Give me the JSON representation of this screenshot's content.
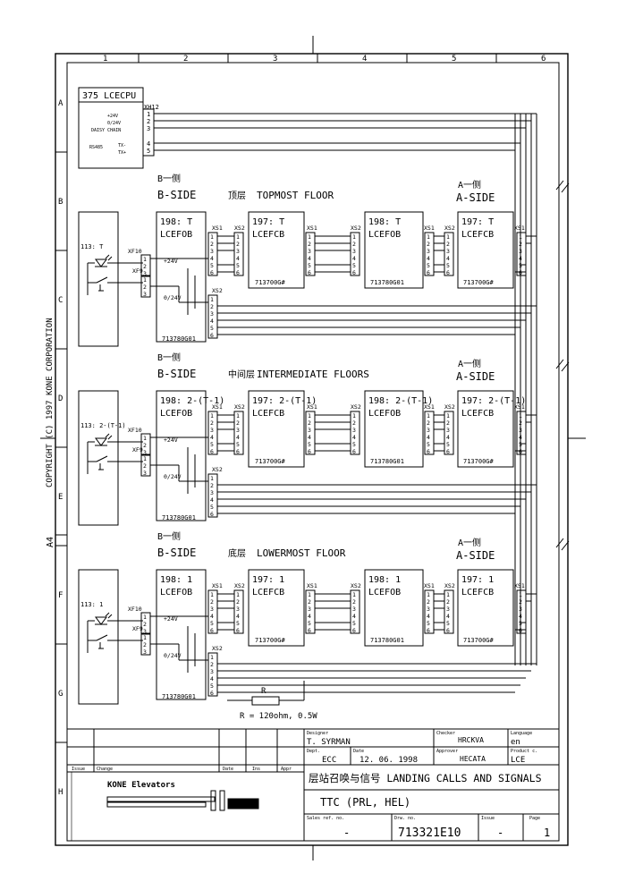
{
  "grid": {
    "columns": [
      "1",
      "2",
      "3",
      "4",
      "5",
      "6"
    ],
    "rows": [
      "A",
      "B",
      "C",
      "D",
      "E",
      "F",
      "G",
      "H"
    ]
  },
  "side_text": {
    "copyright": "COPYRIGHT (C) 1997 KONE CORPORATION",
    "sheet_size": "A4"
  },
  "cpu": {
    "title": "375 LCECPU",
    "connector": "XH12",
    "lines": [
      "+24V",
      "0/24V",
      "DAISY CHAIN",
      "RS485",
      "TX-",
      "TX+"
    ],
    "pins": [
      "1",
      "2",
      "3",
      "4",
      "5"
    ]
  },
  "sections": [
    {
      "b_side_cn": "B一侧",
      "b_side": "B-SIDE",
      "floor_cn": "顶层",
      "floor": "TOPMOST FLOOR",
      "a_side_cn": "A一侧",
      "a_side": "A-SIDE",
      "pushbutton": "113: T",
      "fob_b": {
        "num": "198: T",
        "name": "LCEFOB",
        "part": "713780G01"
      },
      "fcb_1": {
        "num": "197: T",
        "name": "LCEFCB",
        "part": "713700G#"
      },
      "fob_2": {
        "num": "198: T",
        "name": "LCEFOB",
        "part": "713780G01"
      },
      "fcb_a": {
        "num": "197: T",
        "name": "LCEFCB",
        "part": "713700G#"
      }
    },
    {
      "b_side_cn": "B一侧",
      "b_side": "B-SIDE",
      "floor_cn": "中间层",
      "floor": "INTERMEDIATE FLOORS",
      "a_side_cn": "A一侧",
      "a_side": "A-SIDE",
      "pushbutton": "113: 2-(T-1)",
      "fob_b": {
        "num": "198: 2-(T-1)",
        "name": "LCEFOB",
        "part": "713780G01"
      },
      "fcb_1": {
        "num": "197: 2-(T-1)",
        "name": "LCEFCB",
        "part": "713700G#"
      },
      "fob_2": {
        "num": "198: 2-(T-1)",
        "name": "LCEFOB",
        "part": "713780G01"
      },
      "fcb_a": {
        "num": "197: 2-(T-1)",
        "name": "LCEFCB",
        "part": "713700G#"
      }
    },
    {
      "b_side_cn": "B一侧",
      "b_side": "B-SIDE",
      "floor_cn": "底层",
      "floor": "LOWERMOST FLOOR",
      "a_side_cn": "A一侧",
      "a_side": "A-SIDE",
      "pushbutton": "113: 1",
      "fob_b": {
        "num": "198: 1",
        "name": "LCEFOB",
        "part": "713780G01"
      },
      "fcb_1": {
        "num": "197: 1",
        "name": "LCEFCB",
        "part": "713700G#"
      },
      "fob_2": {
        "num": "198: 1",
        "name": "LCEFOB",
        "part": "713780G01"
      },
      "fcb_a": {
        "num": "197: 1",
        "name": "LCEFCB",
        "part": "713700G#"
      }
    }
  ],
  "labels": {
    "xf10": "XF10",
    "xf9": "XF9",
    "xs1": "XS1",
    "xs2": "XS2",
    "v24": "+24V",
    "v0": "0/24V"
  },
  "resistor": {
    "name": "R",
    "spec": "R = 120ohm, 0.5W"
  },
  "title_block": {
    "designer_label": "Designer",
    "designer": "T. SYRMAN",
    "dept_label": "Dept.",
    "dept": "ECC",
    "date_label": "Date",
    "date": "12. 06. 1998",
    "checker_label": "Checker",
    "checker": "HRCKVA",
    "approver_label": "Approver",
    "approver": "HECATA",
    "language_label": "Language",
    "language": "en",
    "product_label": "Product c.",
    "product": "LCE",
    "title": "层站召唤与信号 LANDING CALLS AND SIGNALS",
    "subtitle": "TTC (PRL,  HEL)",
    "sales_label": "Sales ref. no.",
    "sales": "-",
    "drw_label": "Drw. no.",
    "drw": "713321E10",
    "issue_label": "Issue",
    "issue": "-",
    "page_label": "Page",
    "page": "1",
    "company": "KONE Elevators",
    "rev_issue": "Issue",
    "rev_change": "Change",
    "rev_date": "Date",
    "rev_ins": "Ins",
    "rev_appr": "Appr"
  }
}
